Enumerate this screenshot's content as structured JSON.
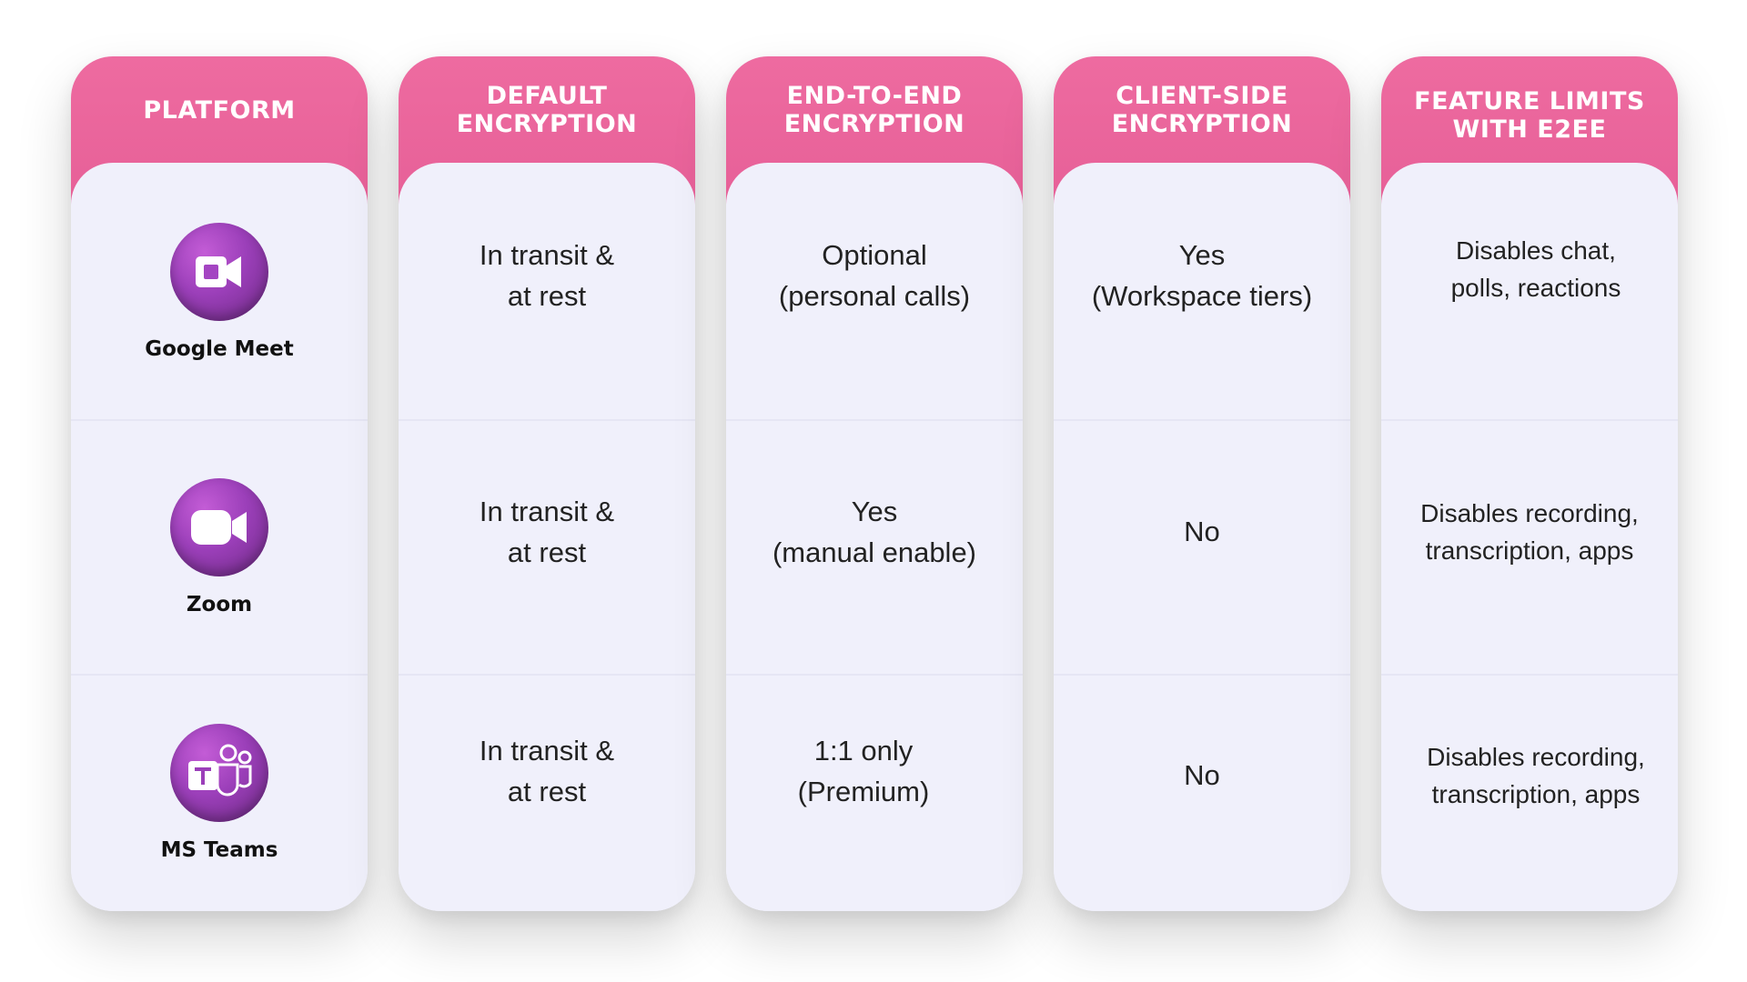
{
  "headers": {
    "platform": "PLATFORM",
    "default_encryption": "DEFAULT\nENCRYPTION",
    "e2e_encryption": "END-TO-END\nENCRYPTION",
    "client_side_encryption": "CLIENT-SIDE\nENCRYPTION",
    "feature_limits": "FEATURE LIMITS\nWITH E2EE"
  },
  "rows": [
    {
      "platform": "Google Meet",
      "icon": "google-meet-icon",
      "default_encryption": "In transit &\nat rest",
      "e2e_encryption": "Optional\n(personal calls)",
      "client_side_encryption": "Yes\n(Workspace tiers)",
      "feature_limits": "Disables chat,\npolls, reactions"
    },
    {
      "platform": "Zoom",
      "icon": "zoom-icon",
      "default_encryption": "In transit &\nat rest",
      "e2e_encryption": "Yes\n(manual enable)",
      "client_side_encryption": "No",
      "feature_limits": "Disables recording,\ntranscription, apps"
    },
    {
      "platform": "MS Teams",
      "icon": "ms-teams-icon",
      "default_encryption": "In transit &\nat rest",
      "e2e_encryption": "1:1 only\n(Premium)",
      "client_side_encryption": "No",
      "feature_limits": "Disables recording,\ntranscription, apps"
    }
  ],
  "colors": {
    "header_pink": "#e965a0",
    "card_background": "#f0f0fb",
    "logo_purple": "#9b3fb9"
  }
}
